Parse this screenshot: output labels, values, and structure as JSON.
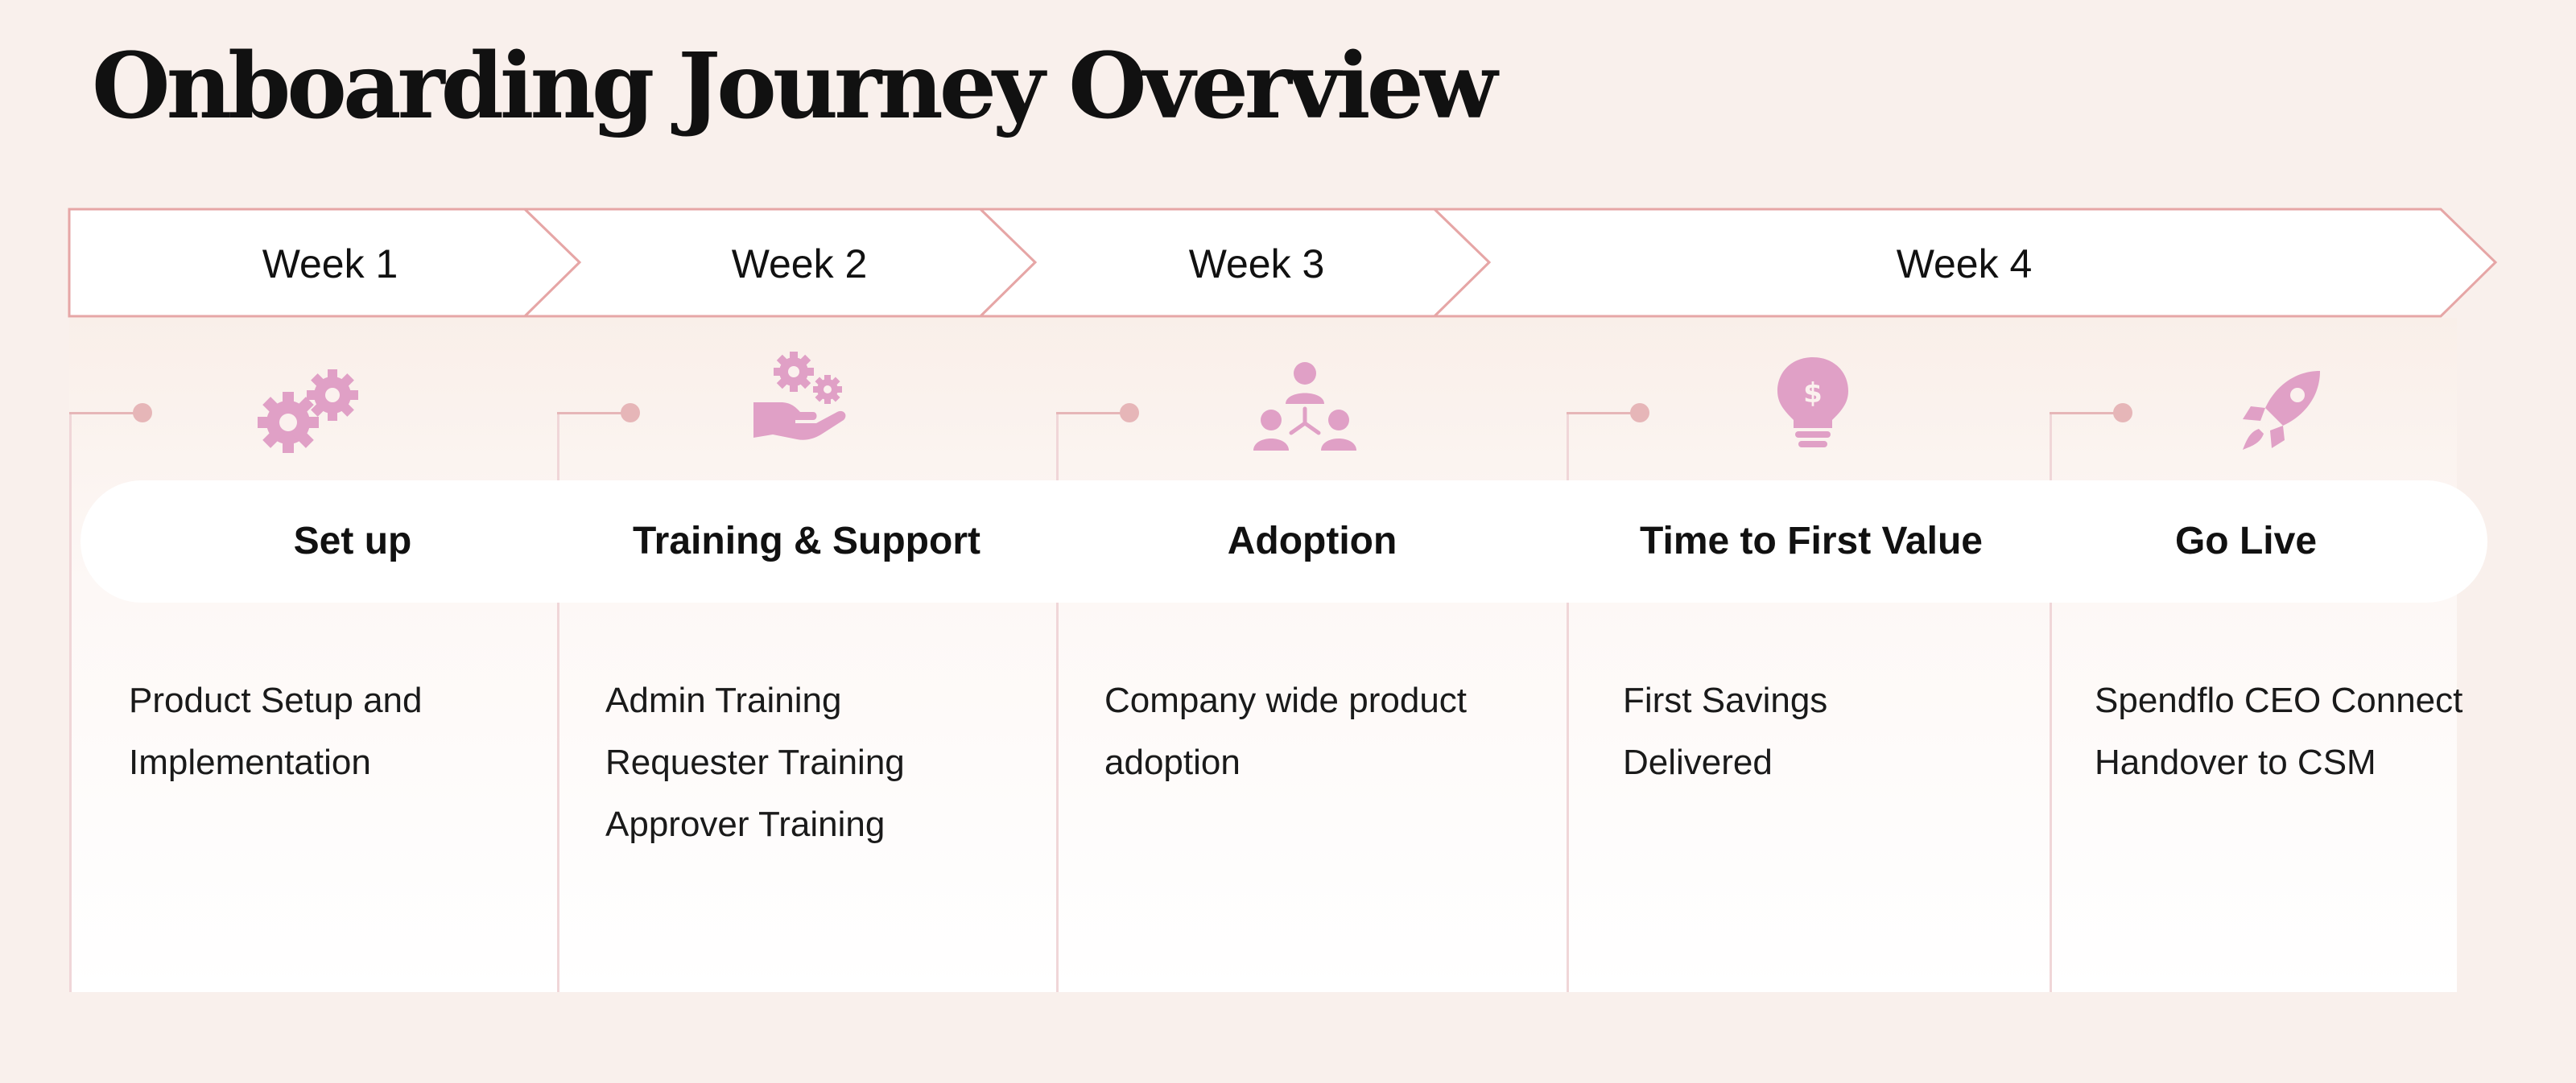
{
  "title": "Onboarding Journey Overview",
  "colors": {
    "accent": "#e0a0c6",
    "border": "#e6a6a6",
    "background": "#f9f0ec"
  },
  "weeks": [
    "Week 1",
    "Week 2",
    "Week 3",
    "Week 4"
  ],
  "phases": [
    {
      "title": "Set up",
      "icon": "gears-icon",
      "items": [
        "Product Setup and",
        "Implementation"
      ]
    },
    {
      "title": "Training & Support",
      "icon": "hand-gears-icon",
      "items": [
        "Admin Training",
        "Requester Training",
        "Approver Training"
      ]
    },
    {
      "title": "Adoption",
      "icon": "people-network-icon",
      "items": [
        "Company wide product",
        "adoption"
      ]
    },
    {
      "title": "Time to First Value",
      "icon": "lightbulb-dollar-icon",
      "items": [
        "First Savings",
        "Delivered"
      ]
    },
    {
      "title": "Go Live",
      "icon": "rocket-icon",
      "items": [
        "Spendflo CEO Connect",
        "Handover to CSM"
      ]
    }
  ]
}
